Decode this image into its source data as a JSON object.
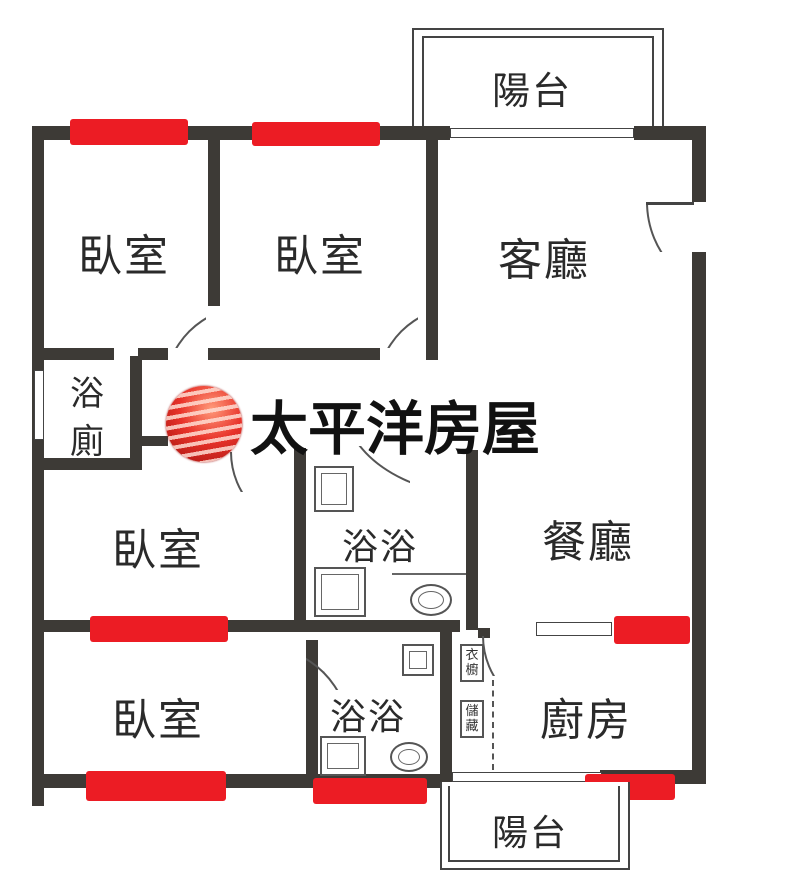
{
  "brand": {
    "name": "太平洋房屋",
    "logo_icon": "red-globe-logo-icon",
    "logo_color": "#e8332a"
  },
  "rooms": {
    "balcony_top": "陽台",
    "bedroom_top_left": "臥室",
    "bedroom_top_middle": "臥室",
    "living_room": "客廳",
    "bath_toilet_line1": "浴",
    "bath_toilet_line2": "廁",
    "bedroom_middle_left": "臥室",
    "bathroom_middle": "浴浴",
    "dining_room": "餐廳",
    "bedroom_bottom_left": "臥室",
    "bathroom_bottom": "浴浴",
    "kitchen": "廚房",
    "balcony_bottom": "陽台"
  },
  "cabinets": {
    "upper_label": "衣櫥",
    "lower_label": "儲藏"
  },
  "colors": {
    "wall": "#3d3a36",
    "window_marker": "#ec1c24",
    "background": "#ffffff"
  }
}
